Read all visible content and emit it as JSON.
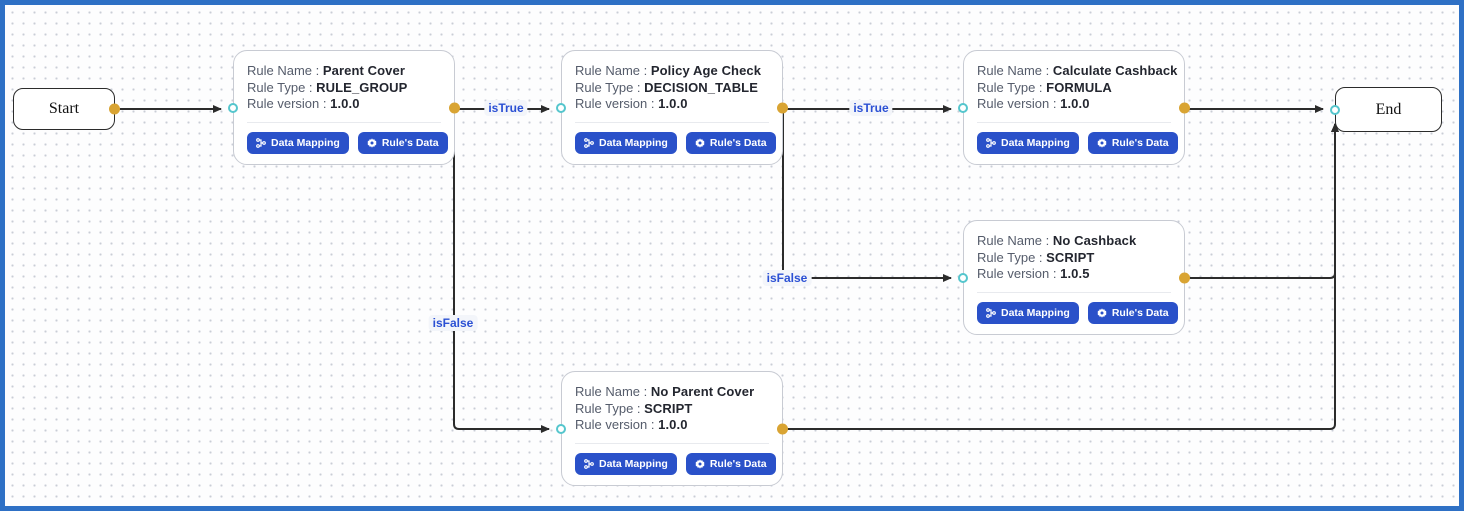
{
  "canvas": {
    "frame_color": "#2e70c5",
    "dot_color": "#c9cdd6",
    "edge_color": "#2b2b2b",
    "source_handle_color": "#d9a433",
    "target_handle_color": "#55c6cd",
    "accent_blue": "#2a51c9",
    "edge_label_color": "#2b50d4"
  },
  "terminals": {
    "start": "Start",
    "end": "End"
  },
  "field_labels": {
    "name": "Rule Name :",
    "type": "Rule Type :",
    "version": "Rule version :"
  },
  "buttons": {
    "data_mapping": "Data Mapping",
    "rules_data": "Rule's Data"
  },
  "rule_nodes": [
    {
      "name": "Parent Cover",
      "type": "RULE_GROUP",
      "version": "1.0.0"
    },
    {
      "name": "Policy Age Check",
      "type": "DECISION_TABLE",
      "version": "1.0.0"
    },
    {
      "name": "Calculate Cashback",
      "type": "FORMULA",
      "version": "1.0.0"
    },
    {
      "name": "No Cashback",
      "type": "SCRIPT",
      "version": "1.0.5"
    },
    {
      "name": "No Parent Cover",
      "type": "SCRIPT",
      "version": "1.0.0"
    }
  ],
  "edges": [
    {
      "from": "Start",
      "to": "Parent Cover",
      "label": ""
    },
    {
      "from": "Parent Cover",
      "to": "Policy Age Check",
      "label": "isTrue"
    },
    {
      "from": "Parent Cover",
      "to": "No Parent Cover",
      "label": "isFalse"
    },
    {
      "from": "Policy Age Check",
      "to": "Calculate Cashback",
      "label": "isTrue"
    },
    {
      "from": "Policy Age Check",
      "to": "No Cashback",
      "label": "isFalse"
    },
    {
      "from": "Calculate Cashback",
      "to": "End",
      "label": ""
    },
    {
      "from": "No Cashback",
      "to": "End",
      "label": ""
    },
    {
      "from": "No Parent Cover",
      "to": "End",
      "label": ""
    }
  ]
}
